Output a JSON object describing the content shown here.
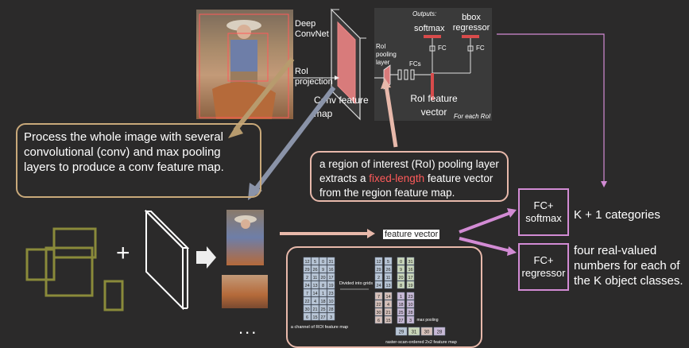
{
  "top_figure": {
    "deep_convnet": "Deep ConvNet",
    "roi_projection": "RoI projection",
    "conv_feature_map": "Conv feature map",
    "roi_pooling_layer": "RoI pooling layer",
    "fcs": "FCs",
    "roi_feature_vector": "RoI feature vector",
    "outputs": "Outputs:",
    "softmax": "softmax",
    "bbox_regressor": "bbox regressor",
    "fc1": "FC",
    "fc2": "FC",
    "for_each_roi": "For each RoI"
  },
  "callouts": {
    "conv": "Process the whole image with several convolutional (conv) and max pooling layers to produce a conv feature map.",
    "roi_pre": "a region of interest (RoI) pooling layer extracts a ",
    "roi_highlight": "fixed-length",
    "roi_post": " feature vector from the region feature map."
  },
  "pipeline": {
    "plus": "+",
    "ellipsis": "...",
    "feature_vector": "feature vector"
  },
  "heads": {
    "fc_softmax_1": "FC+",
    "fc_softmax_2": "softmax",
    "fc_regressor_1": "FC+",
    "fc_regressor_2": "regressor",
    "out_softmax": "K + 1 categories",
    "out_regressor": "four real-valued numbers for each of the K object classes."
  },
  "pool_figure": {
    "grid": [
      [
        12,
        5,
        0,
        31
      ],
      [
        29,
        26,
        9,
        16
      ],
      [
        2,
        11,
        20,
        17
      ],
      [
        24,
        13,
        8,
        19
      ],
      [
        7,
        14,
        1,
        23
      ],
      [
        22,
        4,
        18,
        10
      ],
      [
        30,
        21,
        25,
        28
      ],
      [
        6,
        15,
        27,
        3
      ]
    ],
    "divided_label": "Divided into grids",
    "max_pooling": "max pooling",
    "result": [
      29,
      31,
      30,
      28
    ],
    "left_caption": "a channel of ROI feature map",
    "right_caption": "raster-scan-ordered 2x2 feature map"
  },
  "colors": {
    "background": "#2b2a2a",
    "callout_border_tan": "#c9a97a",
    "callout_border_pink": "#e8b9ab",
    "head_border": "#d28bd4",
    "highlight": "#ff5a5a"
  }
}
